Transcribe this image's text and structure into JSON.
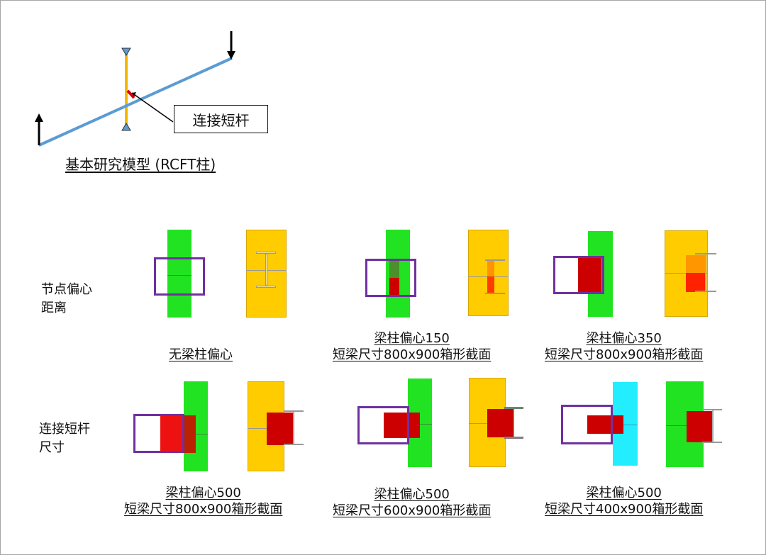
{
  "model": {
    "title": "基本研究模型 (RCFT柱)",
    "callout": "连接短杆"
  },
  "rows": {
    "eccentricity_label": "节点偏心\n距离",
    "link_size_label": "连接短杆\n尺寸"
  },
  "captions": [
    {
      "id": "c1",
      "lines": [
        "无梁柱偏心"
      ]
    },
    {
      "id": "c2",
      "lines": [
        "梁柱偏心150",
        "短梁尺寸800x900箱形截面"
      ]
    },
    {
      "id": "c3",
      "lines": [
        "梁柱偏心350",
        "短梁尺寸800x900箱形截面"
      ]
    },
    {
      "id": "c4",
      "lines": [
        "梁柱偏心500",
        "短梁尺寸800x900箱形截面"
      ]
    },
    {
      "id": "c5",
      "lines": [
        "梁柱偏心500",
        "短梁尺寸600x900箱形截面"
      ]
    },
    {
      "id": "c6",
      "lines": [
        "梁柱偏心500",
        "短梁尺寸400x900箱形截面"
      ]
    }
  ],
  "colors": {
    "green": "#22e322",
    "yellow": "#ffcc00",
    "cyan": "#22eeff",
    "red": "#cc0000",
    "bright_red": "#ee1111",
    "purple": "#7030a0",
    "beam_blue": "#5b9bd5",
    "column_yellow": "#f5b800"
  }
}
